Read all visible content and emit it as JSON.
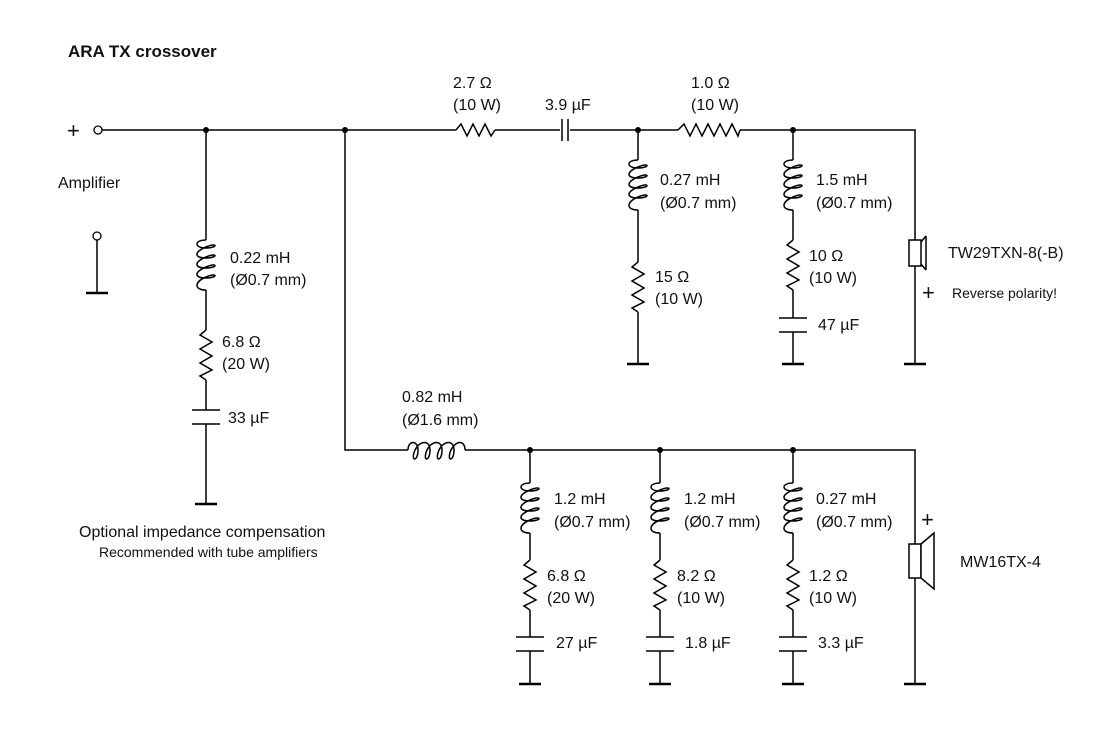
{
  "title": "ARA TX crossover",
  "input": {
    "plus": "+",
    "label": "Amplifier"
  },
  "compensation": {
    "inductor": {
      "value": "0.22 mH",
      "wire": "(Ø0.7 mm)"
    },
    "resistor": {
      "value": "6.8 Ω",
      "power": "(20 W)"
    },
    "capacitor": {
      "value": "33 µF"
    },
    "caption": "Optional impedance compensation",
    "note": "Recommended with tube amplifiers"
  },
  "tweeter_branch": {
    "r1": {
      "value": "2.7 Ω",
      "power": "(10 W)"
    },
    "c1": {
      "value": "3.9 µF"
    },
    "r2": {
      "value": "1.0 Ω",
      "power": "(10 W)"
    },
    "l1": {
      "value": "0.27 mH",
      "wire": "(Ø0.7 mm)"
    },
    "r3": {
      "value": "15 Ω",
      "power": "(10 W)"
    },
    "l2": {
      "value": "1.5 mH",
      "wire": "(Ø0.7 mm)"
    },
    "r4": {
      "value": "10 Ω",
      "power": "(10 W)"
    },
    "c2": {
      "value": "47 µF"
    },
    "driver": {
      "name": "TW29TXN-8(-B)",
      "plus": "+",
      "note": "Reverse polarity!"
    }
  },
  "woofer_branch": {
    "l1": {
      "value": "0.82 mH",
      "wire": "(Ø1.6 mm)"
    },
    "shunt1": {
      "inductor": {
        "value": "1.2 mH",
        "wire": "(Ø0.7 mm)"
      },
      "resistor": {
        "value": "6.8 Ω",
        "power": "(20 W)"
      },
      "capacitor": {
        "value": "27 µF"
      }
    },
    "shunt2": {
      "inductor": {
        "value": "1.2 mH",
        "wire": "(Ø0.7 mm)"
      },
      "resistor": {
        "value": "8.2 Ω",
        "power": "(10 W)"
      },
      "capacitor": {
        "value": "1.8 µF"
      }
    },
    "shunt3": {
      "inductor": {
        "value": "0.27 mH",
        "wire": "(Ø0.7 mm)"
      },
      "resistor": {
        "value": "1.2 Ω",
        "power": "(10 W)"
      },
      "capacitor": {
        "value": "3.3 µF"
      }
    },
    "driver": {
      "name": "MW16TX-4",
      "plus": "+"
    }
  }
}
